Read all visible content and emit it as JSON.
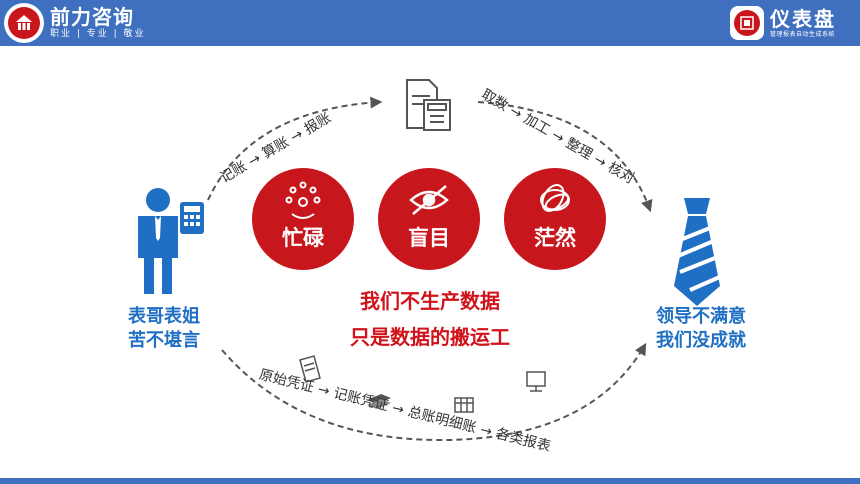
{
  "header": {
    "left_logo": {
      "name": "前力咨询",
      "tagline": "职业 | 专业 | 敬业"
    },
    "right_logo": {
      "name": "仪表盘",
      "tagline": "管理报表自动生成系统"
    }
  },
  "colors": {
    "brand_blue": "#3f6fbf",
    "accent_red": "#c8161d",
    "person_blue": "#1f6fc4"
  },
  "flow": {
    "top_left": "记账 → 算账 → 报账",
    "top_right": "取数 → 加工 → 整理 → 核对",
    "bottom_left": "原始凭证 → 记账凭证 → 总账明细账 → 各类报表"
  },
  "left_person": {
    "line1": "表哥表姐",
    "line2": "苦不堪言"
  },
  "right_person": {
    "line1": "领导不满意",
    "line2": "我们没成就"
  },
  "circles": [
    {
      "label": "忙碌",
      "icon": "busy-juggler-icon"
    },
    {
      "label": "盲目",
      "icon": "blind-eye-icon"
    },
    {
      "label": "茫然",
      "icon": "confused-scribble-icon"
    }
  ],
  "headline": {
    "line1": "我们不生产数据",
    "line2": "只是数据的搬运工"
  }
}
